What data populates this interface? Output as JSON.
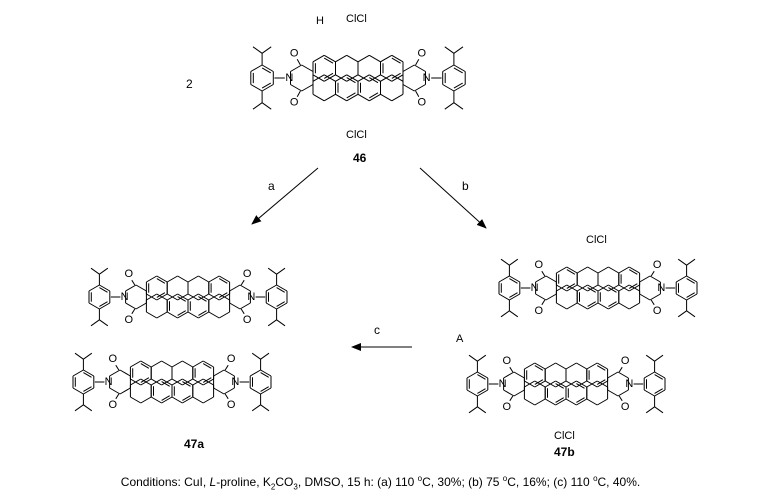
{
  "labels": {
    "stoich": "2",
    "cpd46": "46",
    "cpd47a": "47a",
    "cpd47b": "47b",
    "arrow_a": "a",
    "arrow_b": "b",
    "arrow_c": "c",
    "atom_A": "A",
    "atom_H": "H",
    "clcl": "ClCl",
    "atom_N": "N",
    "atom_O": "O"
  },
  "caption": {
    "lead": "Conditions: CuI, ",
    "italic_L": "L",
    "proline": "-proline, K",
    "sub2": "2",
    "co": "CO",
    "sub3": "3",
    "rest1": ", DMSO, 15 h: (a) 110 ",
    "deg1": "o",
    "rest2": "C, 30%; (b) 75 ",
    "deg2": "o",
    "rest3": "C, 16%; (c) 110 ",
    "deg3": "o",
    "rest4": "C, 40%."
  }
}
